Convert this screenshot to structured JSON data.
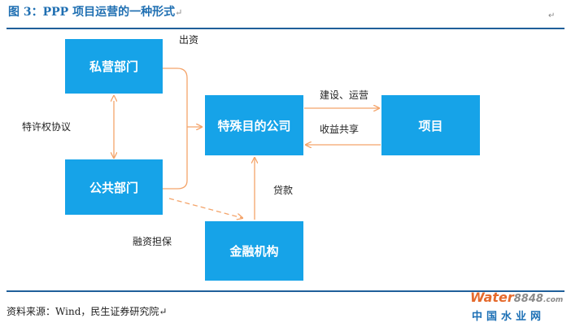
{
  "header": {
    "title": "图 3：PPP 项目运营的一种形式",
    "return_mark": "↵"
  },
  "nodes": {
    "private": "私营部门",
    "public": "公共部门",
    "spv": "特殊目的公司",
    "project": "项目",
    "finance": "金融机构"
  },
  "edges": {
    "invest": "出资",
    "concession": "特许权协议",
    "build_operate": "建设、运营",
    "revenue_share": "收益共享",
    "loan": "贷款",
    "guarantee": "融资担保"
  },
  "colors": {
    "box": "#16a3e8",
    "arrow": "#f4a46a",
    "rule": "#1f5f9a",
    "title": "#1f6fb2"
  },
  "footer": {
    "source": "资料来源：Wind，民生证券研究院↵"
  },
  "watermark": {
    "brand": "Water",
    "number": "8848",
    "suffix": ".com",
    "cn": "中国水业网"
  }
}
